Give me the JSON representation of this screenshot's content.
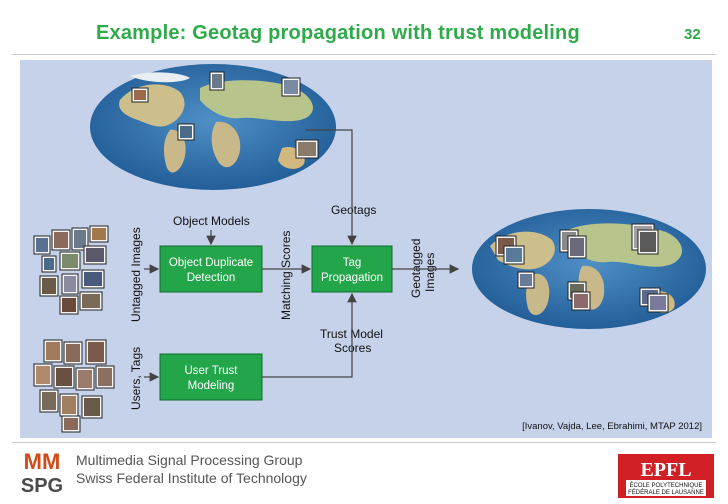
{
  "slide": {
    "title": "Example: Geotag propagation with trust modeling",
    "number": "32",
    "citation": "[Ivanov, Vajda, Lee, Ebrahimi, MTAP 2012]"
  },
  "diagram": {
    "boxes": {
      "object_duplicate_detection": [
        "Object Duplicate",
        "Detection"
      ],
      "tag_propagation": [
        "Tag",
        "Propagation"
      ],
      "user_trust_modeling": [
        "User Trust",
        "Modeling"
      ]
    },
    "labels": {
      "object_models": "Object Models",
      "geotags": "Geotags",
      "untagged_images": "Untagged Images",
      "matching_scores": "Matching Scores",
      "geotagged_images": [
        "Geotagged",
        "Images"
      ],
      "trust_model_scores": [
        "Trust Model",
        "Scores"
      ],
      "users_tags": "Users, Tags"
    },
    "colors": {
      "box_fill": "#23a64a",
      "box_stroke": "#0d6e2c",
      "panel_bg": "#c6d2ea",
      "ocean": "#2e6ea8",
      "land": "#c9b88a"
    }
  },
  "footer": {
    "group": "Multimedia Signal Processing Group",
    "institute": "Swiss Federal Institute of Technology",
    "logo_text": [
      "MM",
      "SPG"
    ],
    "epfl_text": [
      "EPFL",
      "ÉCOLE POLYTECHNIQUE",
      "FÉDÉRALE DE LAUSANNE"
    ]
  }
}
